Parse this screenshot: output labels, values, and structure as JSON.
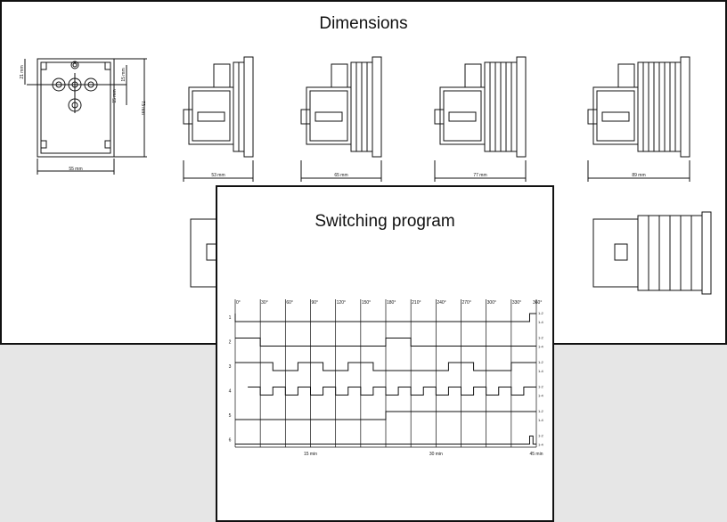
{
  "dimensions": {
    "title": "Dimensions",
    "front_labels": {
      "width": "55 mm",
      "height": "73 mm",
      "top_offset": "21 mm",
      "hole_spacing_a": "15 mm",
      "hole_spacing_b": "15 mm"
    },
    "side_widths": [
      "53 mm",
      "65 mm",
      "77 mm",
      "89 mm"
    ]
  },
  "switching_program": {
    "title": "Switching program",
    "angle_labels": [
      "0°",
      "30°",
      "60°",
      "90°",
      "120°",
      "150°",
      "180°",
      "210°",
      "240°",
      "270°",
      "300°",
      "330°",
      "360°"
    ],
    "time_labels": [
      "15 min",
      "30 min",
      "45 min"
    ],
    "state_labels": [
      "1-2",
      "1-4"
    ],
    "rows": [
      {
        "label": "1",
        "segments": [
          [
            0,
            1
          ],
          [
            0,
            0
          ],
          [
            352,
            1
          ]
        ]
      },
      {
        "label": "2",
        "segments": [
          [
            0,
            1
          ],
          [
            30,
            0
          ],
          [
            180,
            1
          ],
          [
            210,
            0
          ]
        ]
      },
      {
        "label": "3",
        "segments": [
          [
            0,
            1
          ],
          [
            45,
            0
          ],
          [
            75,
            1
          ],
          [
            105,
            0
          ],
          [
            135,
            1
          ],
          [
            165,
            0
          ],
          [
            255,
            1
          ],
          [
            285,
            0
          ],
          [
            330,
            1
          ]
        ]
      },
      {
        "label": "4",
        "segments": [
          [
            15,
            1
          ],
          [
            30,
            0
          ],
          [
            45,
            1
          ],
          [
            60,
            0
          ],
          [
            75,
            1
          ],
          [
            90,
            0
          ],
          [
            105,
            1
          ],
          [
            120,
            0
          ],
          [
            135,
            1
          ],
          [
            150,
            0
          ],
          [
            165,
            1
          ],
          [
            180,
            0
          ],
          [
            195,
            1
          ],
          [
            210,
            0
          ],
          [
            225,
            1
          ],
          [
            240,
            0
          ],
          [
            255,
            1
          ],
          [
            270,
            0
          ],
          [
            285,
            1
          ],
          [
            300,
            0
          ],
          [
            315,
            1
          ],
          [
            330,
            0
          ],
          [
            345,
            1
          ]
        ]
      },
      {
        "label": "5",
        "segments": [
          [
            0,
            0
          ],
          [
            180,
            1
          ]
        ]
      },
      {
        "label": "6",
        "segments": [
          [
            0,
            0
          ],
          [
            352,
            1
          ],
          [
            356,
            0
          ]
        ]
      }
    ]
  }
}
